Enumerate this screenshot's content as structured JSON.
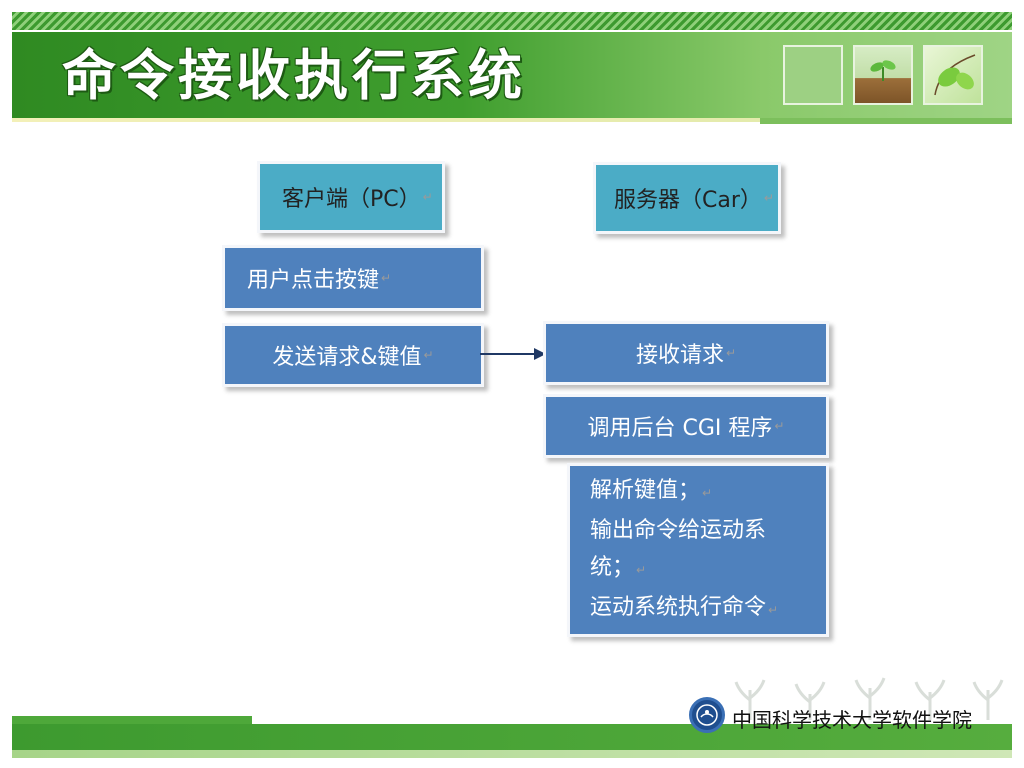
{
  "header": {
    "title": "命令接收执行系统"
  },
  "diagram": {
    "client_header": "客户端（PC）",
    "server_header": "服务器（Car）",
    "client_steps": [
      "用户点击按键",
      "发送请求&键值"
    ],
    "server_steps": [
      "接收请求",
      "调用后台 CGI 程序"
    ],
    "server_details": [
      "解析键值；",
      "输出命令给运动系",
      "统；",
      "运动系统执行命令"
    ],
    "return_mark": "↵"
  },
  "footer": {
    "institution": "中国科学技术大学软件学院"
  },
  "colors": {
    "header_green": "#2f8a22",
    "box_teal": "#4bacc6",
    "box_blue": "#4f81bd",
    "arrow": "#1f3864"
  }
}
